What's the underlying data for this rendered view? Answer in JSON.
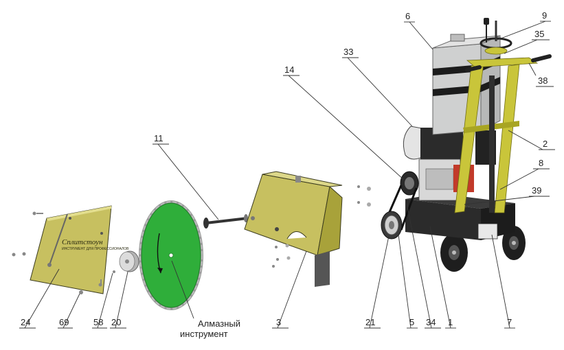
{
  "diagram": {
    "callouts": [
      "1",
      "2",
      "3",
      "5",
      "6",
      "7",
      "8",
      "9",
      "11",
      "14",
      "20",
      "21",
      "24",
      "33",
      "34",
      "35",
      "38",
      "39",
      "58",
      "69"
    ],
    "tool_label_line1": "Алмазный",
    "tool_label_line2": "инструмент",
    "guard_logo": "Сплитстоун",
    "guard_logo_sub": "ИНСТРУМЕНТ ДЛЯ ПРОФЕССИОНАЛОВ",
    "colors": {
      "frame_yellow": "#c9c53a",
      "frame_shadow": "#8e8b1f",
      "guard_yellow": "#c7c060",
      "blade_green": "#2fae3a",
      "blade_rim": "#9a9a9a",
      "tank_gray": "#cfd0d0",
      "engine_black": "#2b2b2b",
      "wheel_dark": "#1e1e1e",
      "leader_line": "#333333"
    }
  }
}
